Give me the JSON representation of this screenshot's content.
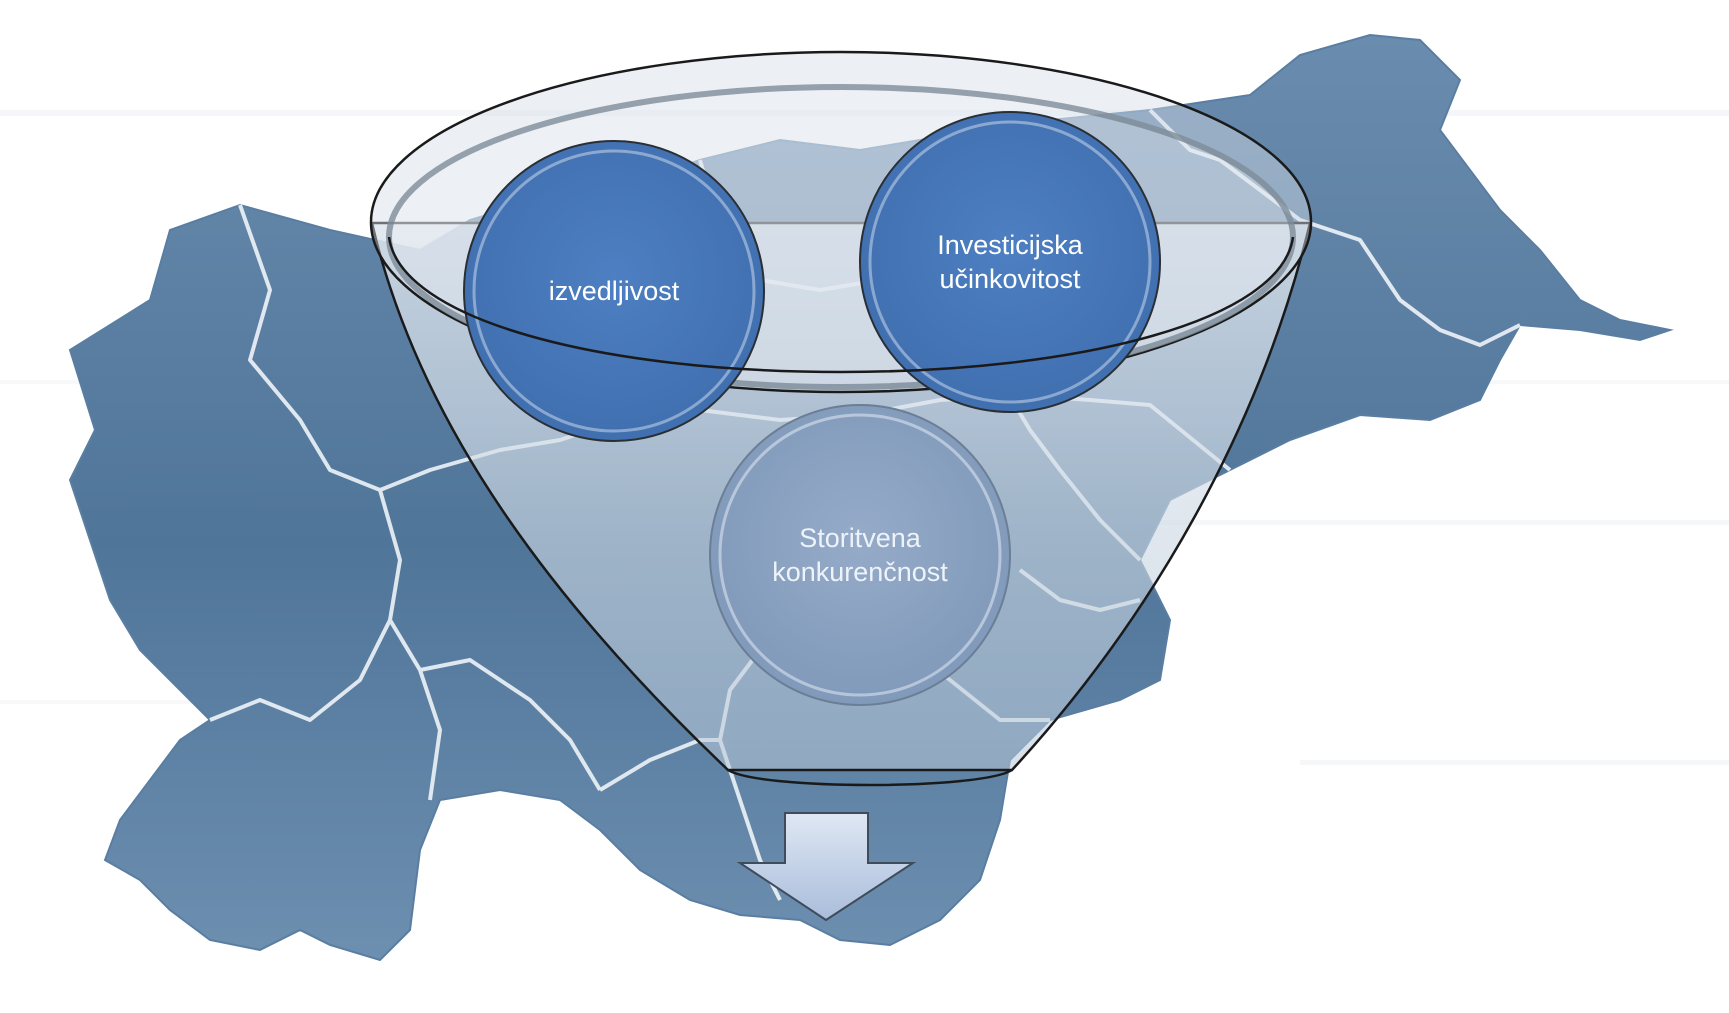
{
  "diagram": {
    "type": "funnel",
    "items": [
      {
        "label": "izvedljivost",
        "tier": "top-left"
      },
      {
        "label": "Investicijska\nučinkovitost",
        "tier": "top-right"
      },
      {
        "label": "Storitvena\nkonkurenčnost",
        "tier": "bottom"
      }
    ],
    "output": {
      "icon": "down-arrow-icon"
    },
    "background": {
      "icon": "slovenia-regions-map"
    }
  },
  "colors": {
    "map_fill": "#4f7599",
    "map_light": "#7d9bb8",
    "region_border": "#e8eef5",
    "circle_dark": "#4a7bbd",
    "circle_light": "#8ea6c4",
    "funnel_glass": "#c9d6e3",
    "arrow_fill": "#b9c9e2"
  }
}
